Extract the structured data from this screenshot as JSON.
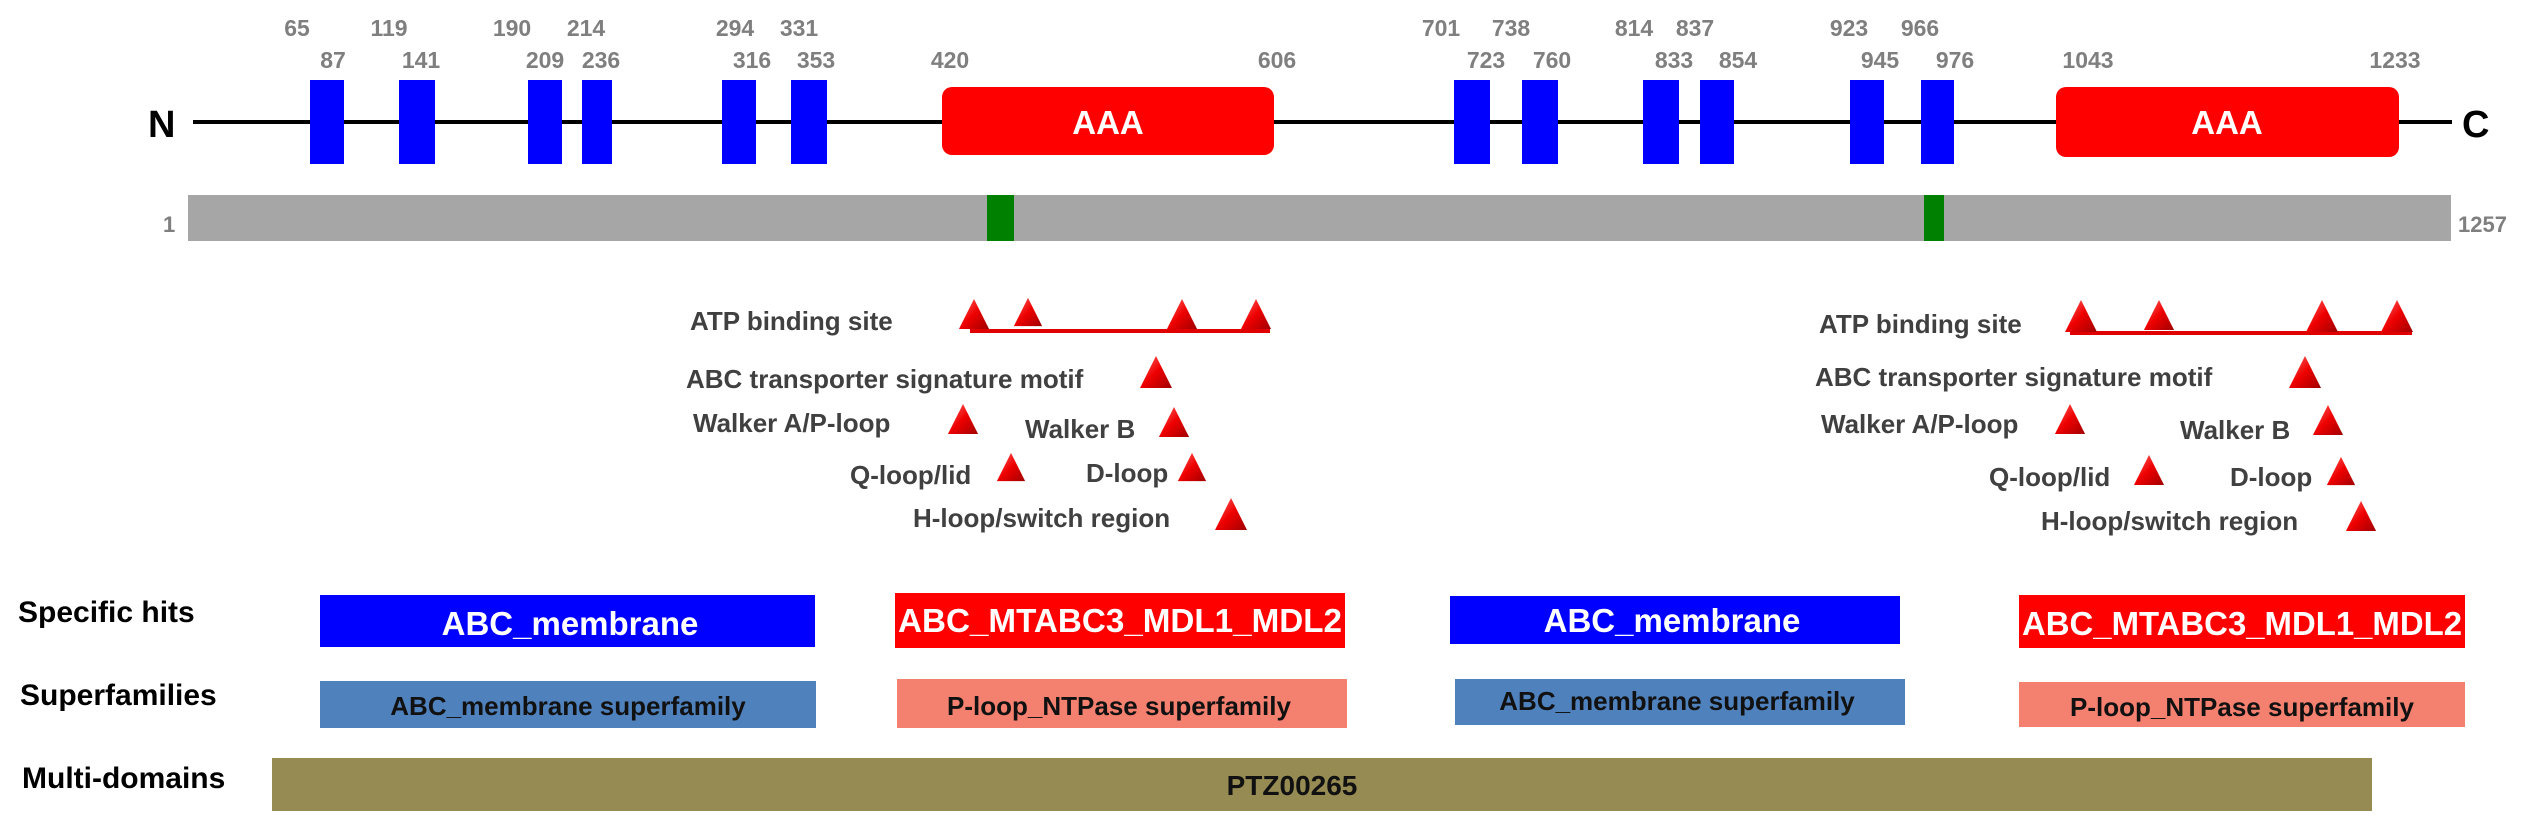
{
  "protein": {
    "n_label": "N",
    "c_label": "C",
    "length_start": "1",
    "length_end": "1257",
    "length": 1257
  },
  "transmembrane_segments": [
    {
      "start": 65,
      "end": 87
    },
    {
      "start": 119,
      "end": 141
    },
    {
      "start": 190,
      "end": 209
    },
    {
      "start": 214,
      "end": 236
    },
    {
      "start": 294,
      "end": 316
    },
    {
      "start": 331,
      "end": 353
    },
    {
      "start": 701,
      "end": 723
    },
    {
      "start": 738,
      "end": 760
    },
    {
      "start": 814,
      "end": 833
    },
    {
      "start": 837,
      "end": 854
    },
    {
      "start": 923,
      "end": 945
    },
    {
      "start": 966,
      "end": 976
    }
  ],
  "tick_labels_row1": [
    "65",
    "119",
    "190",
    "214",
    "294",
    "331",
    "701",
    "738",
    "814",
    "837",
    "923",
    "966"
  ],
  "tick_labels_row2": [
    "87",
    "141",
    "209",
    "236",
    "316",
    "353",
    "420",
    "606",
    "723",
    "760",
    "833",
    "854",
    "945",
    "976",
    "1043",
    "1233"
  ],
  "aaa_domains": [
    {
      "label": "AAA",
      "start": 420,
      "end": 606
    },
    {
      "label": "AAA",
      "start": 1043,
      "end": 1233
    }
  ],
  "motif_markers": [
    {
      "position": 437
    },
    {
      "position": 980
    }
  ],
  "annotation_groups": [
    {
      "atp": "ATP binding site",
      "abc": "ABC transporter signature motif",
      "walker_a": "Walker A/P-loop",
      "walker_b": "Walker B",
      "q_loop": "Q-loop/lid",
      "d_loop": "D-loop",
      "h_loop": "H-loop/switch region"
    },
    {
      "atp": "ATP binding site",
      "abc": "ABC transporter signature motif",
      "walker_a": "Walker A/P-loop",
      "walker_b": "Walker B",
      "q_loop": "Q-loop/lid",
      "d_loop": "D-loop",
      "h_loop": "H-loop/switch region"
    }
  ],
  "rows": {
    "specific_hits": "Specific hits",
    "superfamilies": "Superfamilies",
    "multi_domains": "Multi-domains"
  },
  "specific_hits": [
    {
      "label": "ABC_membrane"
    },
    {
      "label": "ABC_MTABC3_MDL1_MDL2"
    },
    {
      "label": "ABC_membrane"
    },
    {
      "label": "ABC_MTABC3_MDL1_MDL2"
    }
  ],
  "superfamilies": [
    {
      "label": "ABC_membrane superfamily"
    },
    {
      "label": "P-loop_NTPase superfamily"
    },
    {
      "label": "ABC_membrane superfamily"
    },
    {
      "label": "P-loop_NTPase superfamily"
    }
  ],
  "multi_domains": [
    {
      "label": "PTZ00265"
    }
  ],
  "colors": {
    "tm_blue": "#0000ff",
    "aaa_red": "#ff0000",
    "length_bar_gray": "#a6a6a6",
    "motif_green": "#008000",
    "abc_membrane_super": "#4f81bd",
    "ploop_super": "#f4806f",
    "multi_domain_olive": "#968b52",
    "label_gray": "#7f7f7f"
  }
}
